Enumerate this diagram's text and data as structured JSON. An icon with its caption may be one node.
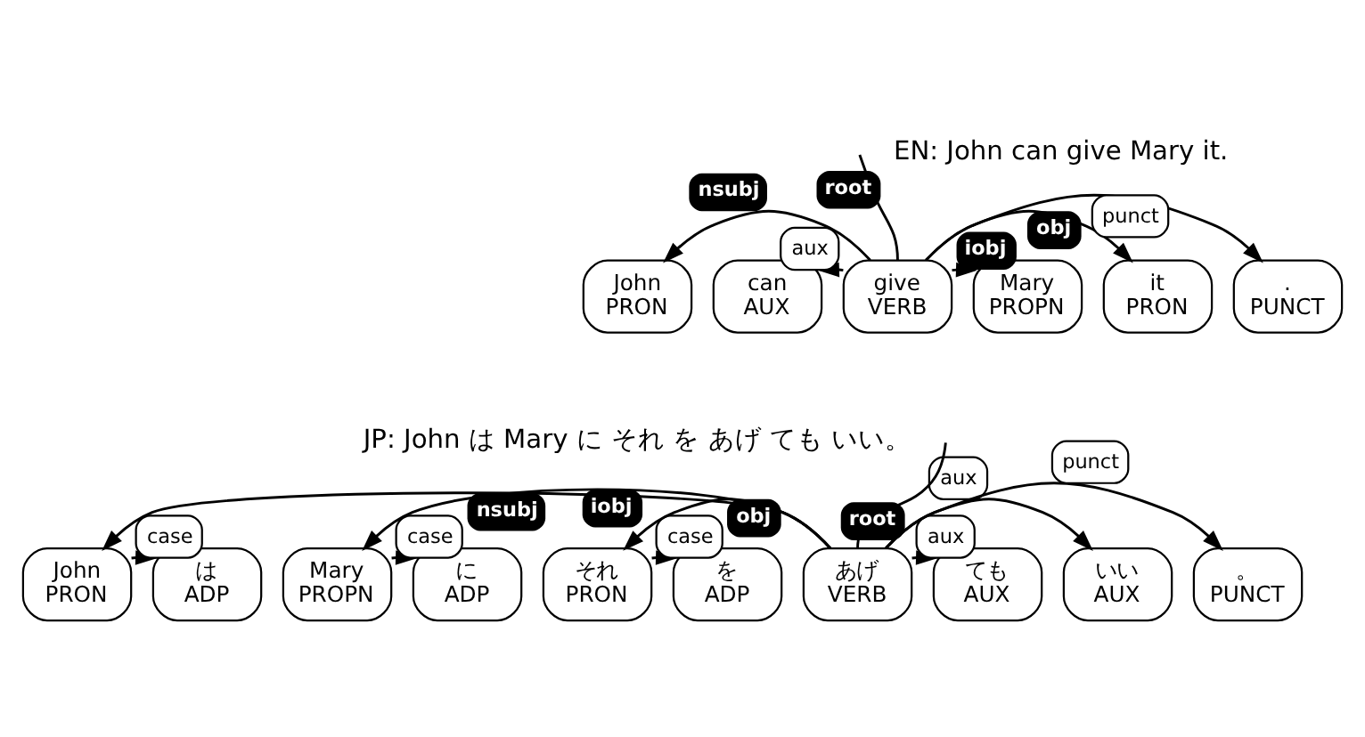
{
  "diagram": {
    "nodes": [
      {
        "text": [
          "John",
          "PRON"
        ]
      },
      {
        "text": [
          "can",
          "AUX"
        ]
      },
      {
        "text": [
          "give",
          "VERB"
        ]
      },
      {
        "text": [
          "Mary",
          "PROPN"
        ]
      },
      {
        "text": [
          "it",
          "PRON"
        ]
      },
      {
        "text": [
          ".",
          "PUNCT"
        ]
      },
      {
        "text": [
          "John",
          "PRON"
        ]
      },
      {
        "text": [
          "は",
          "ADP"
        ]
      },
      {
        "text": [
          "Mary",
          "PROPN"
        ]
      },
      {
        "text": [
          "に",
          "ADP"
        ]
      },
      {
        "text": [
          "それ",
          "PRON"
        ]
      },
      {
        "text": [
          "を",
          "ADP"
        ]
      },
      {
        "text": [
          "あげ",
          "VERB"
        ]
      },
      {
        "text": [
          "ても",
          "AUX"
        ]
      },
      {
        "text": [
          "いい",
          "AUX"
        ]
      },
      {
        "text": [
          "。",
          "PUNCT"
        ]
      }
    ],
    "edges": [
      {
        "from": null,
        "to": 2,
        "arrow": "none",
        "label": "root"
      },
      {
        "from": 2,
        "to": 0,
        "arrow": "to",
        "label": "nsubj"
      },
      {
        "from": 2,
        "to": 1,
        "arrow": "to",
        "label": "aux"
      },
      {
        "from": 2,
        "to": 3,
        "arrow": "to",
        "label": "iobj"
      },
      {
        "from": 2,
        "to": 4,
        "arrow": "to",
        "label": "obj"
      },
      {
        "from": 2,
        "to": 5,
        "arrow": "to",
        "label": "punct"
      },
      {
        "from": 12,
        "to": 6,
        "arrow": "to",
        "label": "nsubj"
      },
      {
        "from": 12,
        "to": 8,
        "arrow": "to",
        "label": "iobj"
      },
      {
        "from": null,
        "to": 12,
        "arrow": "none",
        "label": "root"
      },
      {
        "from": 12,
        "to": 10,
        "arrow": "to",
        "label": "obj"
      },
      {
        "from": 12,
        "to": 15,
        "arrow": "to",
        "label": "punct"
      },
      {
        "from": 12,
        "to": 14,
        "arrow": "to",
        "label": "aux"
      },
      {
        "from": 12,
        "to": 13,
        "arrow": "to",
        "label": "aux"
      },
      {
        "from": 6,
        "to": 7,
        "arrow": "to",
        "label": "case"
      },
      {
        "from": 8,
        "to": 9,
        "arrow": "to",
        "label": "case"
      },
      {
        "from": 10,
        "to": 11,
        "arrow": "to",
        "label": "case"
      }
    ],
    "labels": [
      "EN: John can give Mary it.",
      "JP: John は Mary に それ を あげ ても いい。"
    ]
  }
}
